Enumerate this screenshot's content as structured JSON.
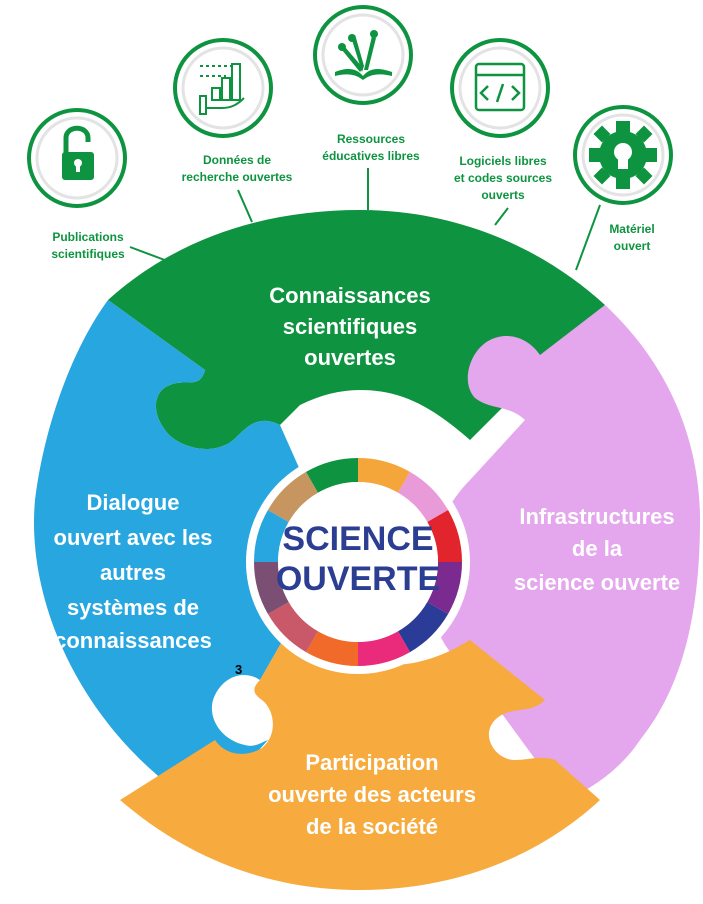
{
  "center": {
    "line1": "SCIENCE",
    "line2": "OUVERTE"
  },
  "pieces": {
    "top": [
      "Connaissances",
      "scientifiques",
      "ouvertes"
    ],
    "left": [
      "Dialogue",
      "ouvert avec les",
      "autres",
      "systèmes de",
      "connaissances"
    ],
    "right": [
      "Infrastructures",
      "de la",
      "science ouverte"
    ],
    "bottom": [
      "Participation",
      "ouverte des acteurs",
      "de la société"
    ]
  },
  "icons": [
    {
      "name": "unlock-icon",
      "label": [
        "Publications",
        "scientifiques"
      ]
    },
    {
      "name": "data-chart-icon",
      "label": [
        "Données de",
        "recherche ouvertes"
      ]
    },
    {
      "name": "open-book-icon",
      "label": [
        "Ressources",
        "éducatives libres"
      ]
    },
    {
      "name": "code-window-icon",
      "label": [
        "Logiciels libres",
        "et codes sources",
        "ouverts"
      ]
    },
    {
      "name": "gear-icon",
      "label": [
        "Matériel",
        "ouvert"
      ]
    }
  ],
  "page_number": "3",
  "colors": {
    "green": "#0e9440",
    "blue": "#27a6e0",
    "lilac": "#e4a6ec",
    "orange": "#f7ab3e",
    "navy": "#2c3e92"
  }
}
